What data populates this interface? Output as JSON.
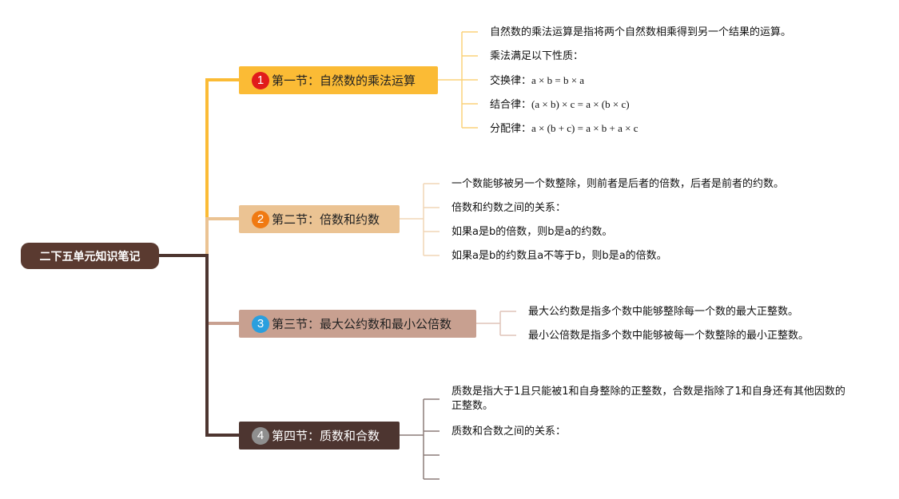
{
  "root": {
    "label": "二下五单元知识笔记"
  },
  "colors": {
    "root": "#5a3a30",
    "branch1": "#fbbb35",
    "badge1": "#e11b1b",
    "branch2": "#ebc393",
    "badge2": "#f07a12",
    "branch3": "#c8a090",
    "badge3": "#2a9fde",
    "branch4": "#4d3530",
    "badge4": "#8f8f8f"
  },
  "sections": [
    {
      "number": "1",
      "title": "第一节：自然数的乘法运算",
      "items": [
        "自然数的乘法运算是指将两个自然数相乘得到另一个结果的运算。",
        "乘法满足以下性质：",
        {
          "label": "交换律：",
          "formula": "a × b = b × a"
        },
        {
          "label": "结合律：",
          "formula": "(a × b) × c = a × (b × c)"
        },
        {
          "label": "分配律：",
          "formula": "a × (b + c) = a × b + a × c"
        }
      ]
    },
    {
      "number": "2",
      "title": "第二节：倍数和约数",
      "items": [
        "一个数能够被另一个数整除，则前者是后者的倍数，后者是前者的约数。",
        "倍数和约数之间的关系：",
        "如果a是b的倍数，则b是a的约数。",
        "如果a是b的约数且a不等于b，则b是a的倍数。"
      ]
    },
    {
      "number": "3",
      "title": "第三节：最大公约数和最小公倍数",
      "items": [
        "最大公约数是指多个数中能够整除每一个数的最大正整数。",
        "最小公倍数是指多个数中能够被每一个数整除的最小正整数。"
      ]
    },
    {
      "number": "4",
      "title": "第四节：质数和合数",
      "items": [
        "质数是指大于1且只能被1和自身整除的正整数，合数是指除了1和自身还有其他因数的正整数。",
        "质数和合数之间的关系："
      ]
    }
  ]
}
